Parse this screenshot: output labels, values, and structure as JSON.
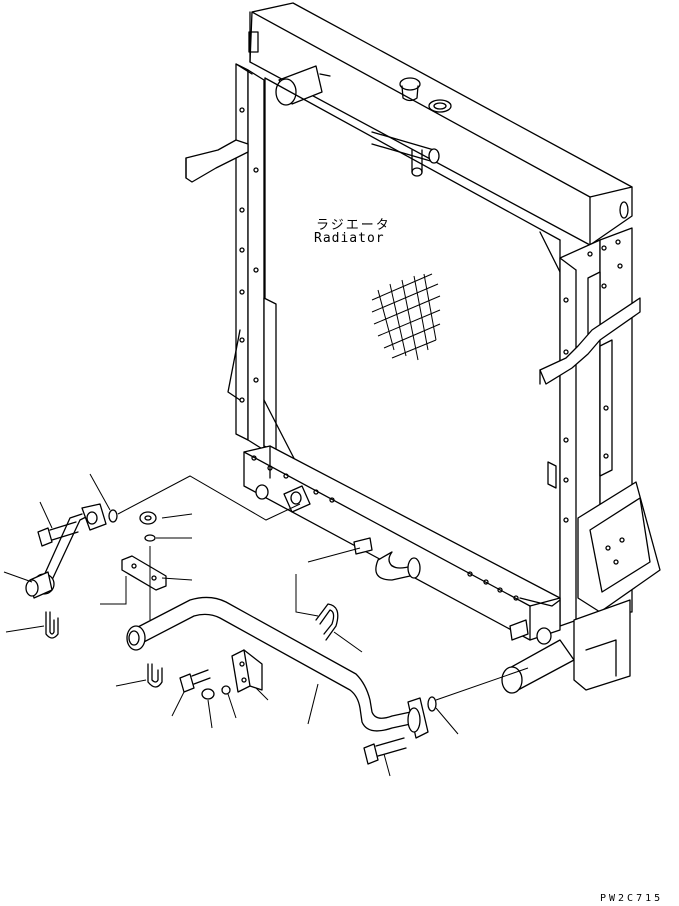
{
  "labels": {
    "radiator_jp": "ラジエータ",
    "radiator_en": "Radiator"
  },
  "drawing_code": "PW2C715"
}
